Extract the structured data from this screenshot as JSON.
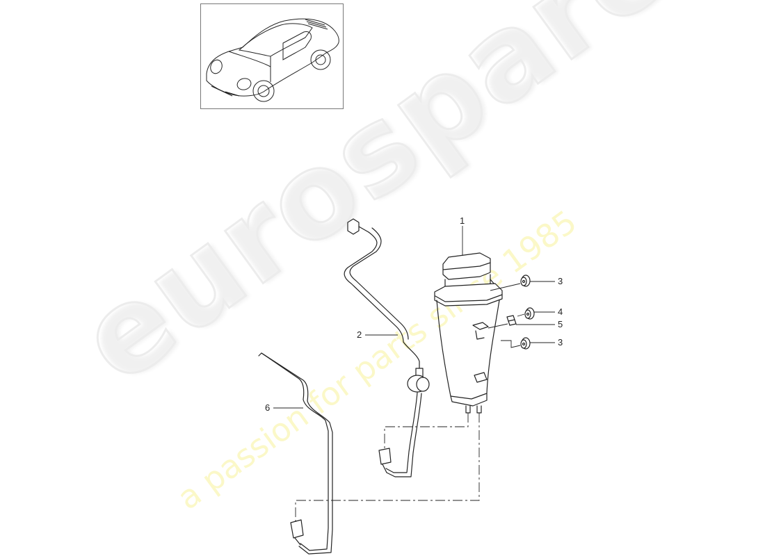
{
  "watermark": {
    "brand": "eurospares",
    "tagline": "a passion for parts since 1985"
  },
  "thumbnail": {
    "subject": "car-coupe-outline"
  },
  "callouts": [
    {
      "id": "c1",
      "number": "1",
      "part": "canister"
    },
    {
      "id": "c2",
      "number": "2",
      "part": "hose-with-valve"
    },
    {
      "id": "c3a",
      "number": "3",
      "part": "grommet-upper"
    },
    {
      "id": "c4",
      "number": "4",
      "part": "grommet-middle"
    },
    {
      "id": "c5",
      "number": "5",
      "part": "clip"
    },
    {
      "id": "c3b",
      "number": "3",
      "part": "grommet-lower"
    },
    {
      "id": "c6",
      "number": "6",
      "part": "line"
    }
  ],
  "colors": {
    "line": "#222222",
    "watermark_brand": "#ececec",
    "watermark_tagline": "#fbf8c8",
    "frame": "#777777"
  }
}
